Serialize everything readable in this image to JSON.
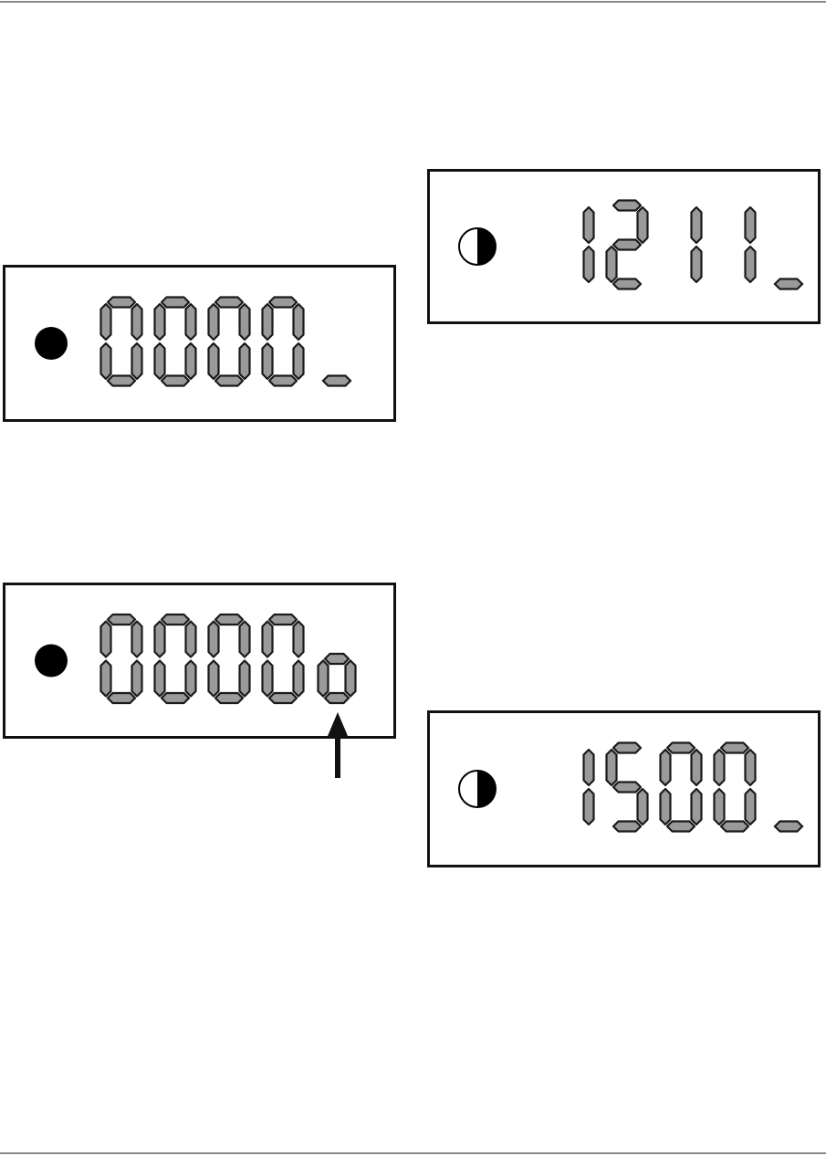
{
  "panels": [
    {
      "id": "panel-a",
      "indicator": "full",
      "digits": [
        "0",
        "0",
        "0",
        "0"
      ],
      "suffix": "underscore"
    },
    {
      "id": "panel-b",
      "indicator": "half",
      "digits": [
        "1",
        "2",
        "1",
        "1"
      ],
      "suffix": "underscore"
    },
    {
      "id": "panel-c",
      "indicator": "full",
      "digits": [
        "0",
        "0",
        "0",
        "0"
      ],
      "suffix": "small-o"
    },
    {
      "id": "panel-d",
      "indicator": "half",
      "digits": [
        "1",
        "5",
        "0",
        "0"
      ],
      "suffix": "underscore"
    }
  ],
  "annotation": {
    "icon": "up-arrow-icon",
    "points_to": "suffix-indicator"
  },
  "colors": {
    "segment_fill": "#9a9a9a",
    "segment_stroke": "#1a1a1a",
    "frame": "#111111"
  }
}
